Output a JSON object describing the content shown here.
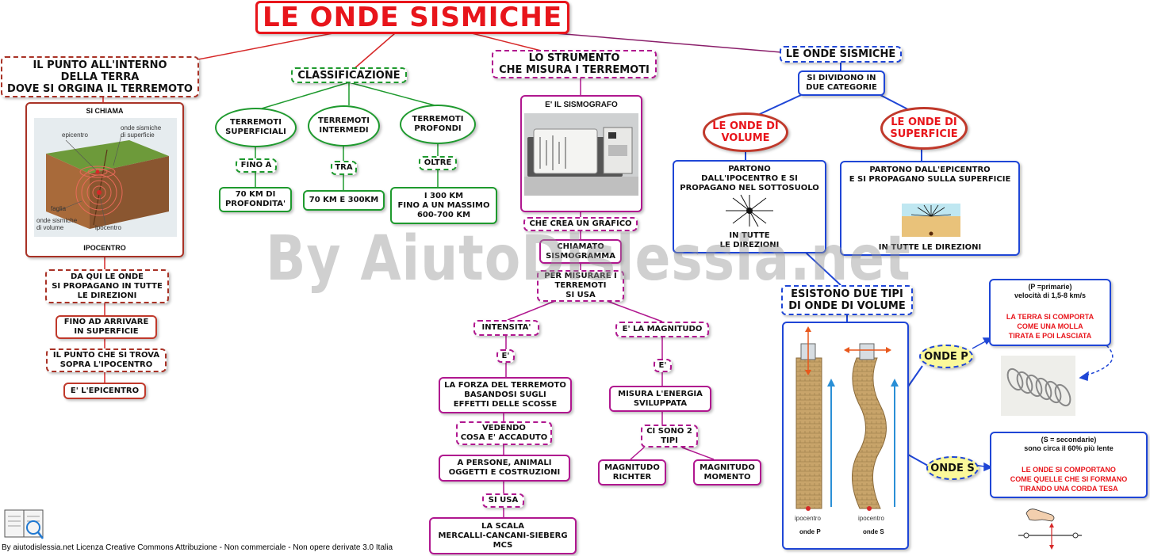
{
  "title": "LE ONDE SISMICHE",
  "left": {
    "header": "IL PUNTO ALL'INTERNO\nDELLA TERRA\nDOVE SI ORGINA IL TERREMOTO",
    "si_chiama": "SI CHIAMA",
    "ipocentro": "IPOCENTRO",
    "img_labels": {
      "epicentro": "epicentro",
      "superficie": "onde sismiche\ndi superficie",
      "faglia": "faglia",
      "volume": "onde sismiche\ndi volume",
      "ipocentro": "ipocentro"
    },
    "steps": [
      "DA QUI LE ONDE\nSI PROPAGANO IN TUTTE\nLE DIREZIONI",
      "FINO AD ARRIVARE\nIN SUPERFICIE",
      "IL PUNTO CHE SI TROVA\nSOPRA L'IPOCENTRO",
      "E' L'EPICENTRO"
    ]
  },
  "class": {
    "header": "CLASSIFICAZIONE",
    "types": [
      "TERREMOTI\nSUPERFICIALI",
      "TERREMOTI\nINTERMEDI",
      "TERREMOTI\nPROFONDI"
    ],
    "links": [
      "FINO A",
      "TRA",
      "OLTRE"
    ],
    "values": [
      "70 KM DI\nPROFONDITA'",
      "70 KM E 300KM",
      "I 300 KM\nFINO A UN MASSIMO\n600-700 KM"
    ]
  },
  "instr": {
    "header": "LO STRUMENTO\nCHE MISURA I TERREMOTI",
    "sismografo": "E' IL SISMOGRAFO",
    "grafico": "CHE CREA UN GRAFICO",
    "sismogramma": "CHIAMATO\nSISMOGRAMMA",
    "misurare": "PER MISURARE I\nTERREMOTI\nSI USA",
    "intensita": "INTENSITA'",
    "e1": "E'",
    "forza": "LA FORZA DEL TERREMOTO\nBASANDOSI SUGLI\nEFFETTI DELLE SCOSSE",
    "vedendo": "VEDENDO\nCOSA E' ACCADUTO",
    "persone": "A PERSONE, ANIMALI\nOGGETTI E COSTRUZIONI",
    "si_usa": "SI USA",
    "scala": "LA SCALA\nMERCALLI-CANCANI-SIEBERG\nMCS",
    "magnitudo": "E' LA MAGNITUDO",
    "e2": "E'",
    "energia": "MISURA L'ENERGIA\nSVILUPPATA",
    "due_tipi": "CI SONO 2\nTIPI",
    "richter": "MAGNITUDO\nRICHTER",
    "momento": "MAGNITUDO\nMOMENTO"
  },
  "waves": {
    "header": "LE ONDE SISMICHE",
    "dividono": "SI DIVIDONO IN\nDUE CATEGORIE",
    "volume": "LE ONDE DI\nVOLUME",
    "superficie": "LE ONDE DI\nSUPERFICIE",
    "vol_box_top": "PARTONO\nDALL'IPOCENTRO E SI\nPROPAGANO NEL SOTTOSUOLO",
    "vol_box_bottom": "IN TUTTE\nLE DIREZIONI",
    "sup_box_top": "PARTONO DALL'EPICENTRO\nE SI PROPAGANO SULLA SUPERFICIE",
    "sup_box_bottom": "IN TUTTE LE DIREZIONI",
    "due_tipi": "ESISTONO DUE TIPI\nDI ONDE DI VOLUME",
    "onde_p": "ONDE P",
    "onde_s": "ONDE S",
    "col_labels": {
      "ipo1": "ipocentro",
      "p": "onde P",
      "ipo2": "ipocentro",
      "s": "onde S"
    },
    "p_box": {
      "head": "(P =primarie)\nvelocità di 1,5-8 km/s",
      "red": "LA TERRA SI COMPORTA\nCOME UNA MOLLA\nTIRATA E POI LASCIATA"
    },
    "s_box": {
      "head": "(S = secondarie)\nsono circa il 60% più lente",
      "red": "LE ONDE SI COMPORTANO\nCOME QUELLE CHE SI FORMANO\nTIRANDO UNA CORDA TESA"
    }
  },
  "watermark": "By AiutoDislessia.net",
  "footer": "By aiutodislessia.net Licenza Creative Commons Attribuzione - Non commerciale - Non opere derivate 3.0 Italia",
  "colors": {
    "red": "#e8151b",
    "green": "#1e9a2e",
    "magenta": "#b0178f",
    "blue": "#1f46d6"
  }
}
